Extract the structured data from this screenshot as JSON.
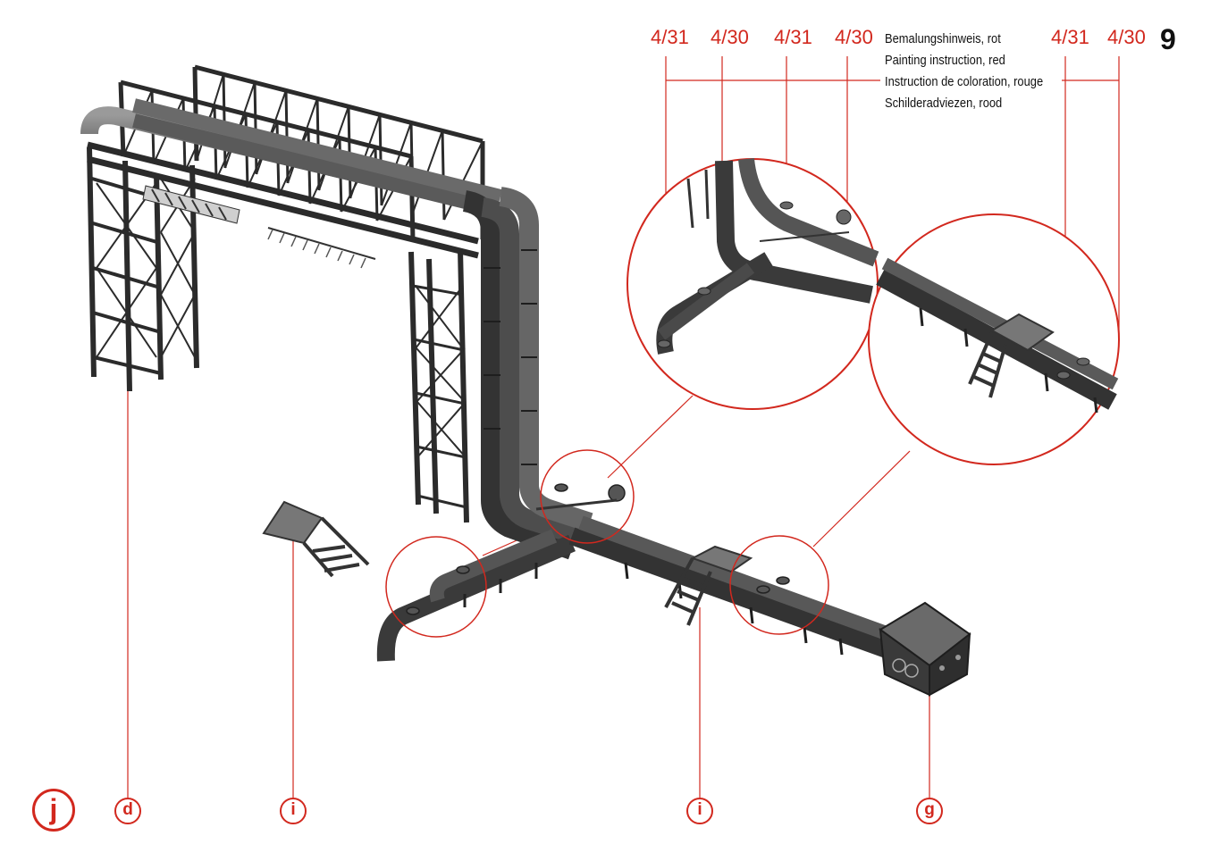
{
  "page_number": "9",
  "paint_codes": {
    "c1": "4/31",
    "c2": "4/30",
    "c3": "4/31",
    "c4": "4/30",
    "c5": "4/31",
    "c6": "4/30"
  },
  "painting_note": {
    "de": "Bemalungshinweis, rot",
    "en": "Painting instruction, red",
    "fr": "Instruction de coloration, rouge",
    "nl": "Schilderadviezen, rood"
  },
  "step_label": "j",
  "part_labels": {
    "d": "d",
    "i1": "i",
    "i2": "i",
    "g": "g"
  },
  "colors": {
    "accent_red": "#d2281e",
    "model_grey": "#4a4a4a"
  }
}
